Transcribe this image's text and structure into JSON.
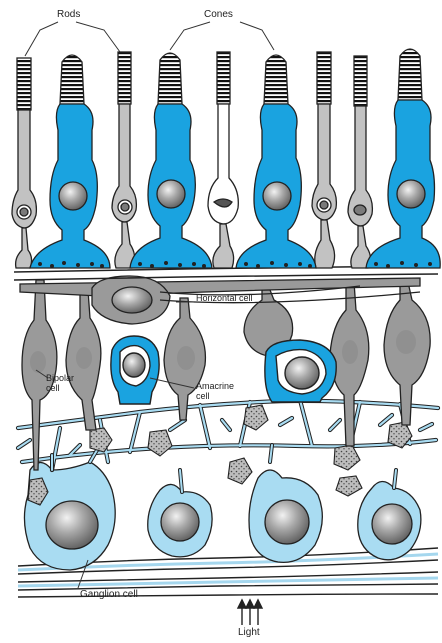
{
  "labels": {
    "rods": "Rods",
    "cones": "Cones",
    "horizontal_cell": "Horizontal cell",
    "bipolar_cell": "Bipolar cell",
    "amacrine_cell": "Amacrine cell",
    "ganglion_cell": "Ganglion cell",
    "light": "Light"
  },
  "colors": {
    "cone_blue": "#1aa3e0",
    "ganglion_light_blue": "#a9dcf2",
    "cell_gray": "#9a9a9a",
    "nucleus_gray": "#8a8a8a",
    "outline": "#222222"
  }
}
